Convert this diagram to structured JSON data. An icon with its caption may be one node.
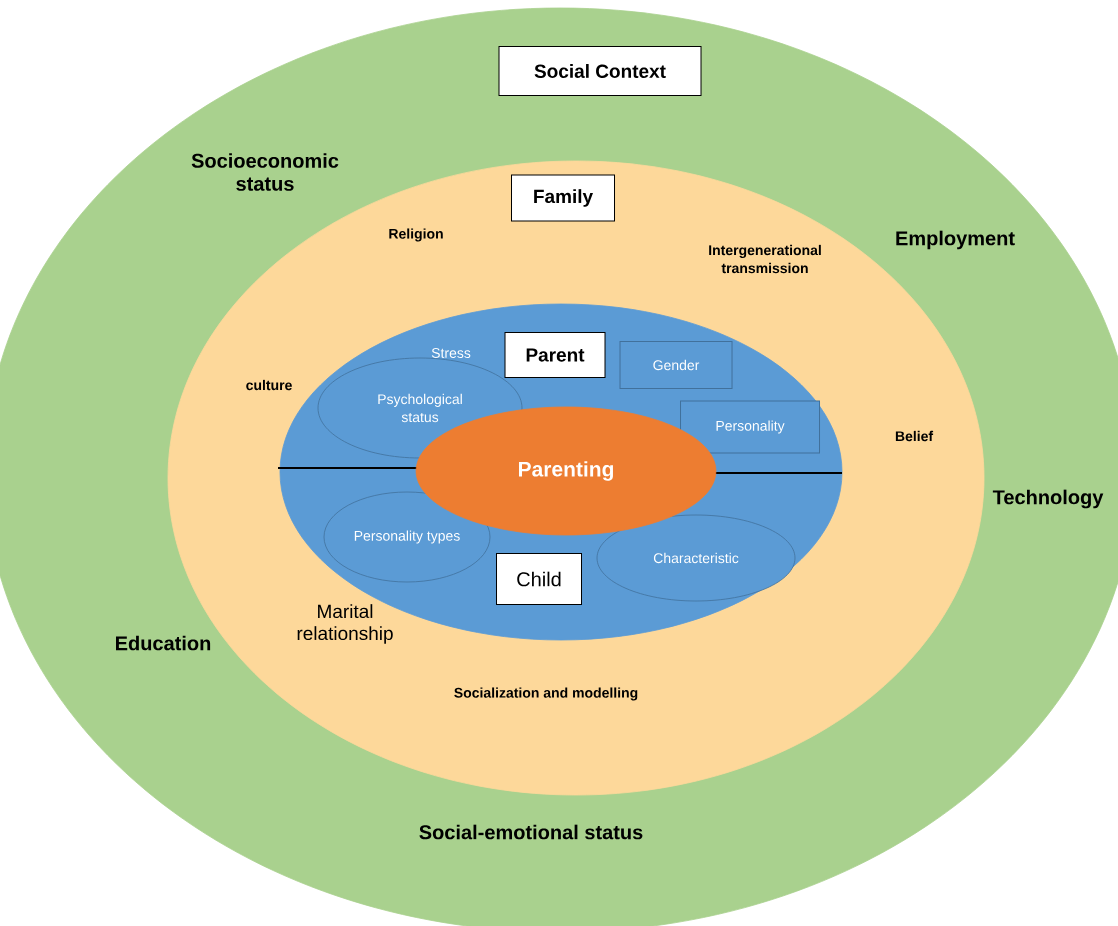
{
  "diagram": {
    "nodes": [
      {
        "text": [
          "Socioeconomic status",
          "Employment",
          "Technology",
          "Education",
          "Social-emotional status"
        ]
      },
      {
        "text": [
          "Social Context"
        ],
        "in": 0
      },
      {
        "text": [
          "Religion",
          "Intergenerational transmission",
          "culture",
          "Belief",
          "Marital relationship",
          "Socialization and modelling"
        ],
        "in": 0
      },
      {
        "text": [
          "Family"
        ],
        "in": 2
      },
      {
        "text": [
          "Stress"
        ],
        "in": 2
      },
      {
        "text": [
          "Parent"
        ],
        "in": 4
      },
      {
        "text": [
          "Gender"
        ],
        "in": 4
      },
      {
        "text": [
          "Psychological status"
        ],
        "in": 4
      },
      {
        "text": [
          "Personality"
        ],
        "in": 4
      },
      {
        "text": [
          "Parenting"
        ],
        "in": 4
      },
      {
        "text": [
          "Personality types"
        ],
        "in": 4
      },
      {
        "text": [
          "Characteristic"
        ],
        "in": 4
      },
      {
        "text": [
          "Child"
        ],
        "in": 4
      }
    ],
    "edges": []
  }
}
